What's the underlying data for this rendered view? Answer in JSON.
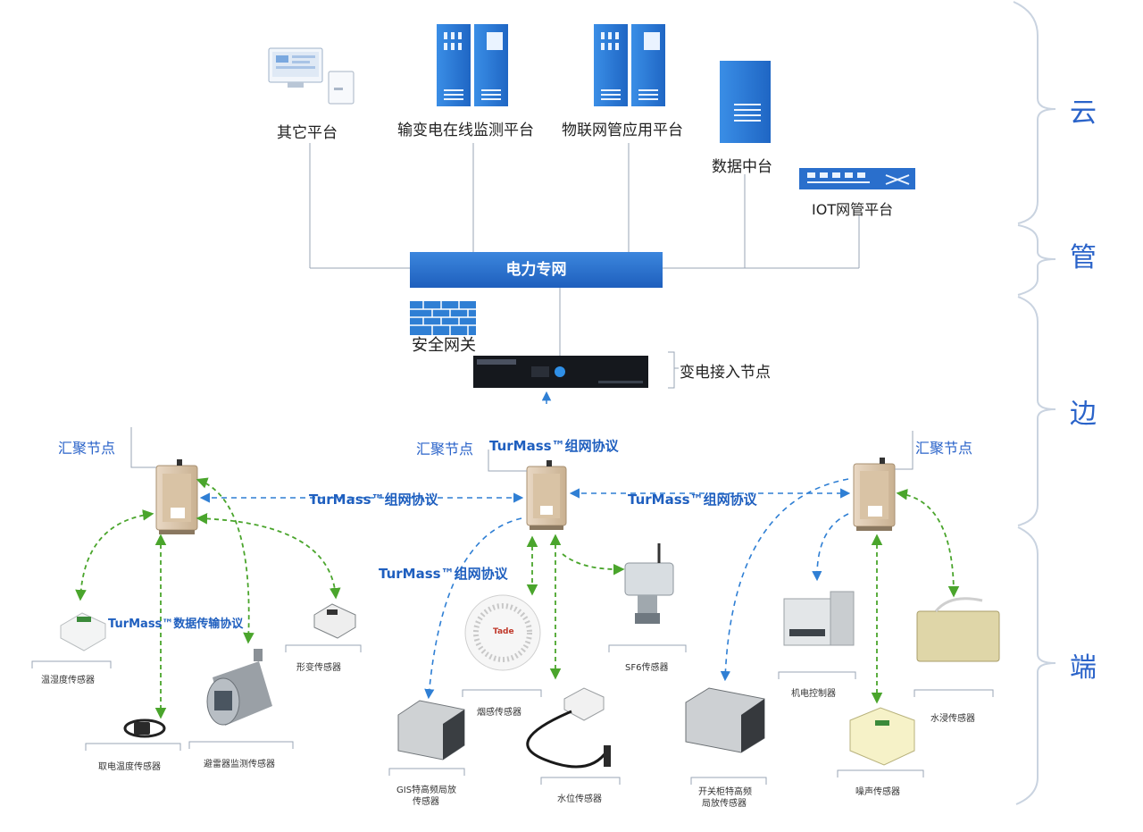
{
  "cloud": {
    "other_platform": "其它平台",
    "transmission_platform": "输变电在线监测平台",
    "iot_app_platform": "物联网管应用平台",
    "data_center": "数据中台",
    "iot_network_platform": "IOT网管平台"
  },
  "pipe": {
    "power_network": "电力专网",
    "security_gateway": "安全网关"
  },
  "edge": {
    "substation_node": "变电接入节点",
    "aggregation_node_left": "汇聚节点",
    "aggregation_node_center": "汇聚节点",
    "aggregation_node_right": "汇聚节点",
    "protocol_top": "TurMass™组网协议",
    "protocol_left": "TurMass™组网协议",
    "protocol_right": "TurMass™组网协议",
    "protocol_mid": "TurMass™组网协议",
    "protocol_data": "TurMass™数据传输协议"
  },
  "sensors": {
    "temp_humidity": "温湿度传感器",
    "deformation": "形变传感器",
    "cable_temp": "取电温度传感器",
    "arrester": "避雷器监测传感器",
    "smoke": "烟感传感器",
    "sf6": "SF6传感器",
    "gis_line1": "GIS特高频局放",
    "gis_line2": "传感器",
    "water_level": "水位传感器",
    "switchgear_line1": "开关柜特高频",
    "switchgear_line2": "局放传感器",
    "electromech": "机电控制器",
    "water_immersion": "水浸传感器",
    "noise": "噪声传感器",
    "smoke_brand": "Tade"
  },
  "tiers": {
    "cloud": "云",
    "pipe": "管",
    "edge": "边",
    "end": "端"
  },
  "colors": {
    "server_blue": "#2a7fdc",
    "network_bar": "#2a6fcc",
    "protocol_blue": "#1f5fbf",
    "green_link": "#4aa52c",
    "blue_link": "#2f7fd4"
  }
}
